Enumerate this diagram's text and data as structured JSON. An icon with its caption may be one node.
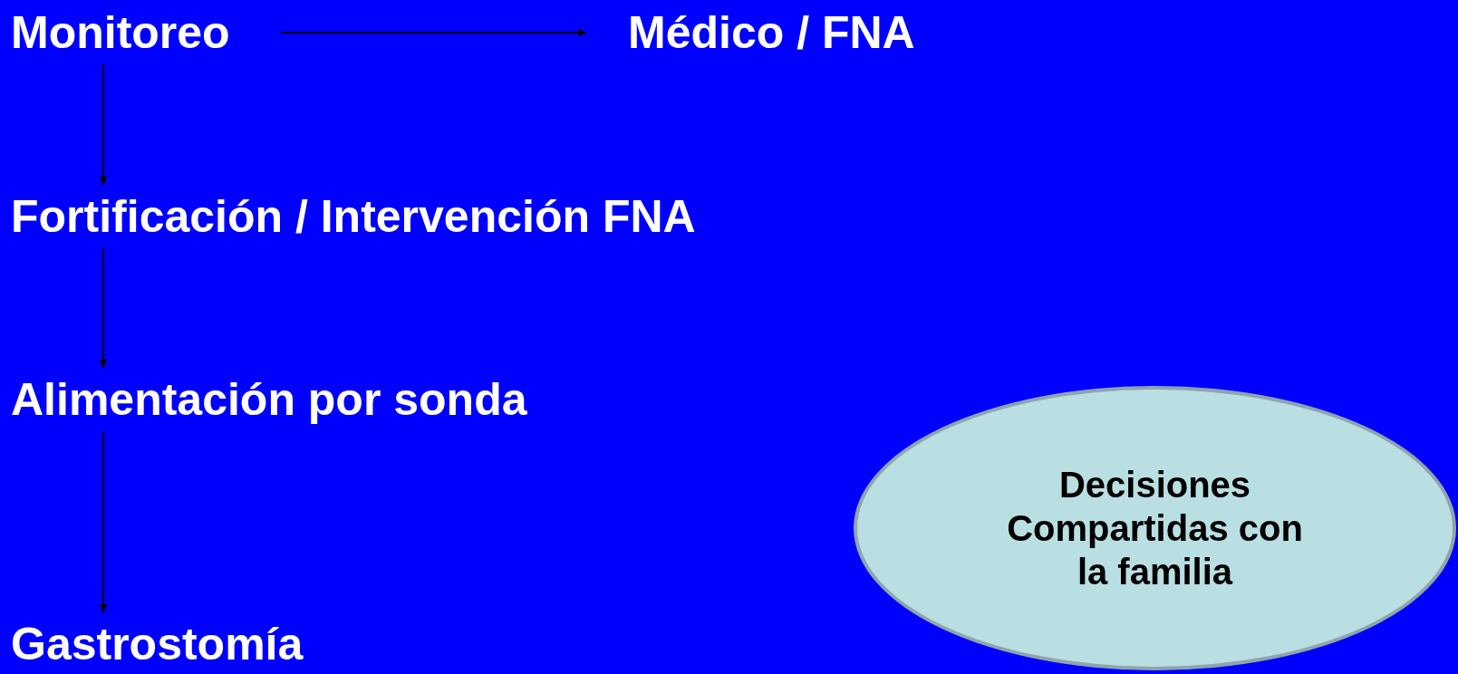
{
  "diagram": {
    "nodes": [
      {
        "text": [
          "Monitoreo"
        ]
      },
      {
        "text": [
          "Médico / FNA"
        ]
      },
      {
        "text": [
          "Fortificación / Intervención FNA"
        ]
      },
      {
        "text": [
          "Alimentación por sonda"
        ]
      },
      {
        "text": [
          "Gastrostomía"
        ]
      },
      {
        "text": [
          "Decisiones Compartidas con la familia"
        ]
      }
    ],
    "edges": [
      {
        "from": 0,
        "to": 1,
        "arrow": "to"
      },
      {
        "from": 0,
        "to": 2,
        "arrow": "to"
      },
      {
        "from": 2,
        "to": 3,
        "arrow": "to"
      },
      {
        "from": 3,
        "to": 4,
        "arrow": "to"
      }
    ]
  }
}
